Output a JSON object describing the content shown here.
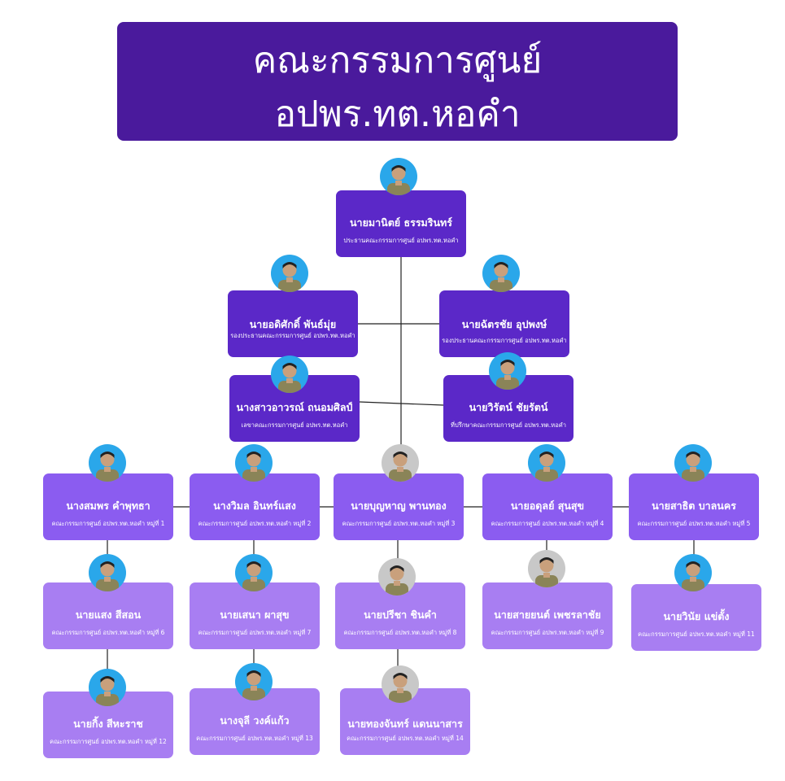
{
  "title": {
    "line1": "คณะกรรมการศูนย์",
    "line2": "อปพร.ทต.หอคำ"
  },
  "colors": {
    "header": "#4a1a9c",
    "level_top": "#5b28c8",
    "level_mid": "#8b5cf0",
    "level_low": "#a87ef2"
  },
  "members": [
    {
      "name": "นายมานิตย์ ธรรมรินทร์",
      "role": "ประธานคณะกรรมการศูนย์ อปพร.ทต.หอคำ"
    },
    {
      "name": "นายอดิศักดิ์ พันธ์มุ่ย",
      "role": "รองประธานคณะกรรมการศูนย์ อปพร.ทต.หอคำ"
    },
    {
      "name": "นายฉัตรชัย อุปพงษ์",
      "role": "รองประธานคณะกรรมการศูนย์ อปพร.ทต.หอคำ"
    },
    {
      "name": "นางสาวอาวรณ์ ถนอมศิลป์",
      "role": "เลขาคณะกรรมการศูนย์ อปพร.ทต.หอคำ"
    },
    {
      "name": "นายวิรัตน์ ชัยรัตน์",
      "role": "ที่ปรึกษาคณะกรรมการศูนย์ อปพร.ทต.หอคำ"
    },
    {
      "name": "นางสมพร คำพุทธา",
      "role": "คณะกรรมการศูนย์ อปพร.ทต.หอคำ หมู่ที่ 1"
    },
    {
      "name": "นางวิมล อินทร์แสง",
      "role": "คณะกรรมการศูนย์ อปพร.ทต.หอคำ หมู่ที่ 2"
    },
    {
      "name": "นายบุญหาญ พานทอง",
      "role": "คณะกรรมการศูนย์ อปพร.ทต.หอคำ หมู่ที่ 3"
    },
    {
      "name": "นายอดุลย์ สุนสุข",
      "role": "คณะกรรมการศูนย์ อปพร.ทต.หอคำ หมู่ที่ 4"
    },
    {
      "name": "นายสาธิต บาลนคร",
      "role": "คณะกรรมการศูนย์ อปพร.ทต.หอคำ หมู่ที่ 5"
    },
    {
      "name": "นายแสง สีสอน",
      "role": "คณะกรรมการศูนย์ อปพร.ทต.หอคำ หมู่ที่ 6"
    },
    {
      "name": "นายเสนา ผาสุข",
      "role": "คณะกรรมการศูนย์ อปพร.ทต.หอคำ หมู่ที่ 7"
    },
    {
      "name": "นายปรีชา ชินคำ",
      "role": "คณะกรรมการศูนย์ อปพร.ทต.หอคำ หมู่ที่ 8"
    },
    {
      "name": "นายสายยนต์ เพชรลาชัย",
      "role": "คณะกรรมการศูนย์ อปพร.ทต.หอคำ หมู่ที่ 9"
    },
    {
      "name": "นายวินัย แข่ตั้ง",
      "role": "คณะกรรมการศูนย์ อปพร.ทต.หอคำ หมู่ที่ 11"
    },
    {
      "name": "นายกิ้ง สีหะราช",
      "role": "คณะกรรมการศูนย์ อปพร.ทต.หอคำ หมู่ที่ 12"
    },
    {
      "name": "นางจุลี วงค์แก้ว",
      "role": "คณะกรรมการศูนย์ อปพร.ทต.หอคำ หมู่ที่ 13"
    },
    {
      "name": "นายทองจันทร์ แดนนาสาร",
      "role": "คณะกรรมการศูนย์ อปพร.ทต.หอคำ หมู่ที่ 14"
    }
  ]
}
